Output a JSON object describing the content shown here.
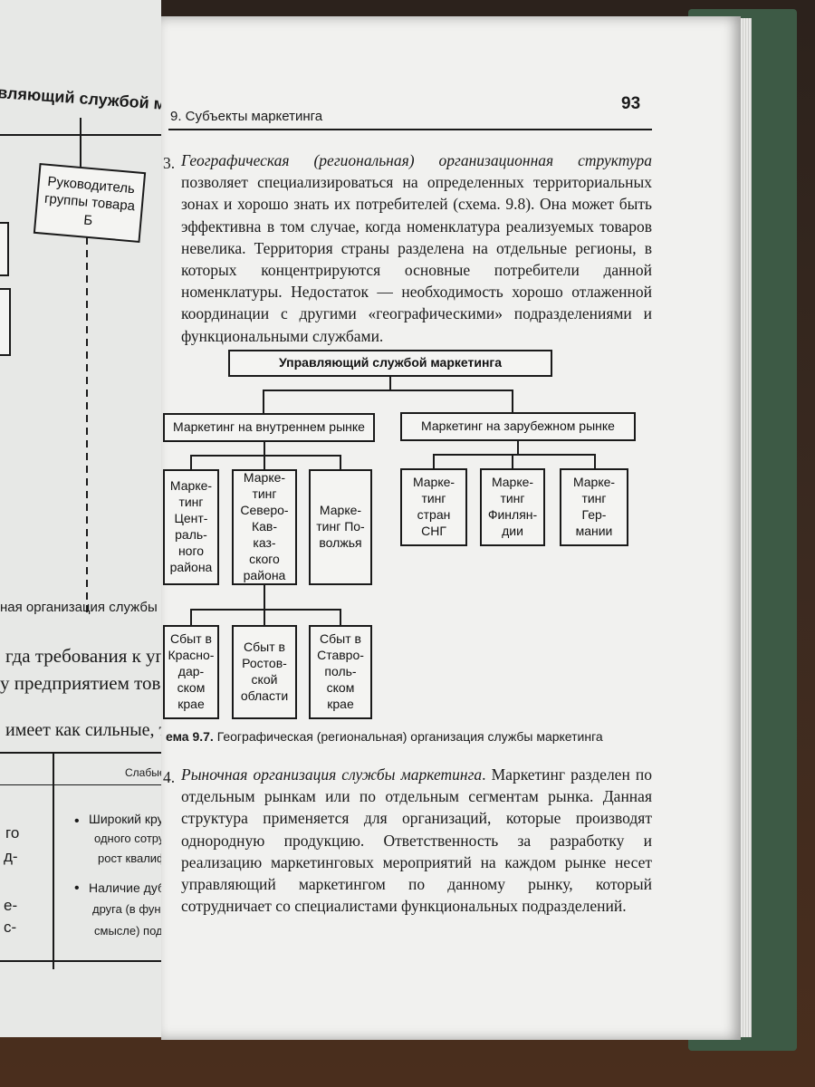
{
  "page": {
    "page_number": "93",
    "running_header": "9. Субъекты маркетинга"
  },
  "left_page": {
    "top_heading": "вляющий службой маркетинга",
    "box_label": "Руководитель\nгруппы товара Б",
    "caption_fragment": "ная организация службы маркетинга",
    "line1": "гда требования к упаковке",
    "line2": "у предприятием товару дать",
    "line3": "имеет как сильные, так и слабые",
    "table_header": "Слабые стороны",
    "bullet1_l1": "Широкий круг",
    "bullet1_l2": "одного сотрудника",
    "bullet1_l3": "рост квалификации",
    "bullet2_l1": "Наличие дублирования",
    "bullet2_l2": "друга (в функциональном",
    "bullet2_l3": "смысле) подразделений",
    "edge_1": "го",
    "edge_2": "д-",
    "edge_3": "е-",
    "edge_4": "с-"
  },
  "section3": {
    "number": "3.",
    "italic_lead": "Географическая (региональная) организационная структура",
    "text": " позволяет специализироваться на определенных территориальных зонах и хорошо знать их потребителей (схема. 9.8). Она может быть эффективна в том случае, когда номенклатура реализуемых товаров невелика. Территория страны разделена на отдельные регионы, в которых концентрируются основные потребители данной номенклатуры. Недостаток — необходимость хорошо отлаженной координации с другими «географическими» подразделениями и функциональными службами."
  },
  "diagram": {
    "root": "Управляющий службой маркетинга",
    "domestic": "Маркетинг на внутреннем рынке",
    "foreign": "Маркетинг на зарубежном рынке",
    "dom_children": [
      "Марке-\nтинг\nЦент-\nраль-\nного\nрайона",
      "Марке-\nтинг\nСеверо-\nКав-\nказ-\nского\nрайона",
      "Марке-\nтинг По-\nволжья"
    ],
    "for_children": [
      "Марке-\nтинг\nстран\nСНГ",
      "Марке-\nтинг\nФинлян-\nдии",
      "Марке-\nтинг\nГер-\nмании"
    ],
    "sales": [
      "Сбыт в\nКрасно-\nдар-\nском\nкрае",
      "Сбыт в\nРостов-\nской\nобласти",
      "Сбыт в\nСтавро-\nполь-\nском\nкрае"
    ],
    "caption_label": "ема 9.7.",
    "caption_text": "Географическая (региональная) организация службы маркетинга"
  },
  "section4": {
    "number": "4.",
    "italic_lead": "Рыночная организация службы маркетинга",
    "text": ". Маркетинг разделен по отдельным рынкам или по отдельным сегментам рынка. Данная структура применяется для организаций, которые производят однородную продукцию. Ответственность за разработку и реализацию маркетинговых мероприятий на каждом рынке несет управляющий маркетингом по данному рынку, который сотрудничает со специалистами функциональных подразделений."
  }
}
